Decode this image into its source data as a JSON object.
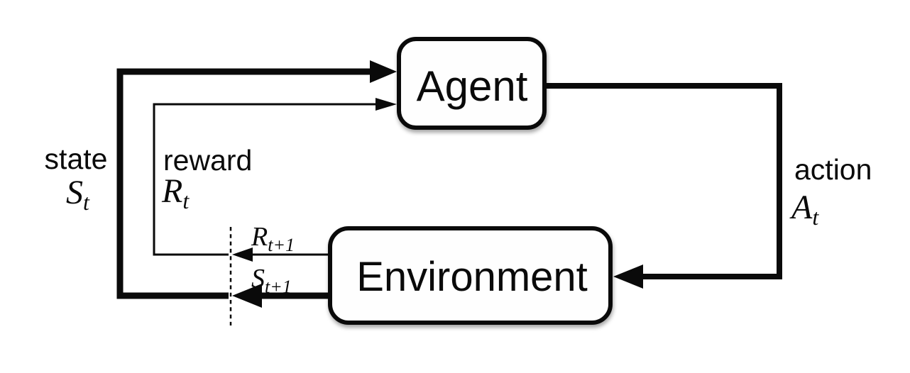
{
  "colors": {
    "ink": "#0a0a0a",
    "paper": "#ffffff",
    "box-fill": "#fefefe"
  },
  "boxes": {
    "agent_label": "Agent",
    "environment_label": "Environment"
  },
  "labels": {
    "state": {
      "word": "state",
      "symbol": "S",
      "subscript": "t"
    },
    "reward": {
      "word": "reward",
      "symbol": "R",
      "subscript": "t"
    },
    "action": {
      "word": "action",
      "symbol": "A",
      "subscript": "t"
    },
    "next_reward": {
      "symbol": "R",
      "subscript": "t+1"
    },
    "next_state": {
      "symbol": "S",
      "subscript": "t+1"
    }
  }
}
